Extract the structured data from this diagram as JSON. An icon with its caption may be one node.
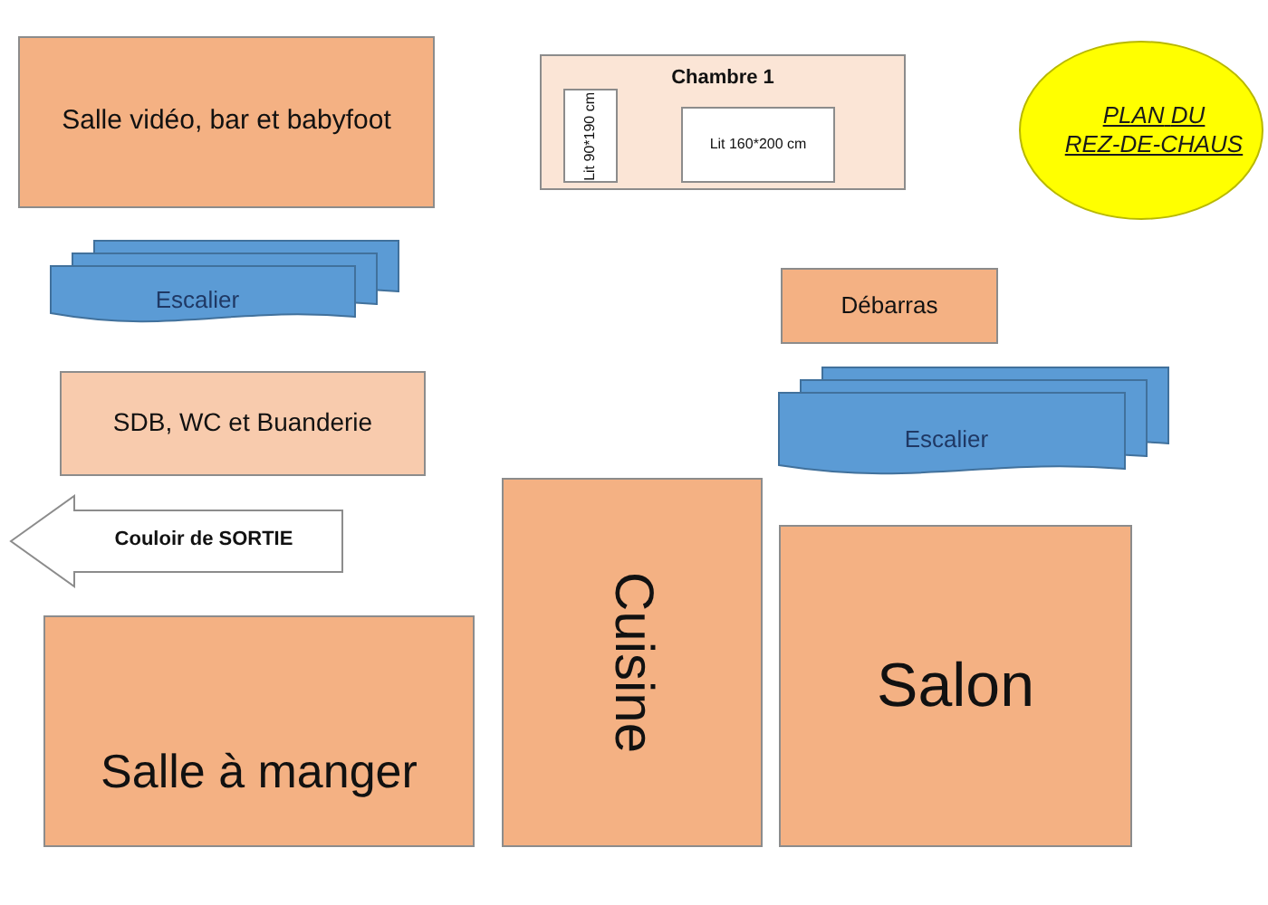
{
  "diagram": {
    "nodes": [
      {
        "text": [
          "Salle vidéo, bar et babyfoot"
        ]
      },
      {
        "text": [
          "Chambre 1"
        ]
      },
      {
        "text": [
          "Lit 90*190 cm"
        ],
        "in": 1
      },
      {
        "text": [
          "Lit 160*200 cm"
        ],
        "in": 1
      },
      {
        "text": [
          "PLAN DU REZ-DE-CHAUS"
        ]
      },
      {
        "text": [
          "Escalier"
        ]
      },
      {
        "text": [
          "Débarras"
        ]
      },
      {
        "text": [
          "SDB, WC et Buanderie"
        ]
      },
      {
        "text": [
          "Escalier"
        ]
      },
      {
        "text": [
          "Couloir de SORTIE"
        ]
      },
      {
        "text": [
          "Salle à manger"
        ]
      },
      {
        "text": [
          "Cuisine"
        ]
      },
      {
        "text": [
          "Salon"
        ]
      }
    ]
  }
}
